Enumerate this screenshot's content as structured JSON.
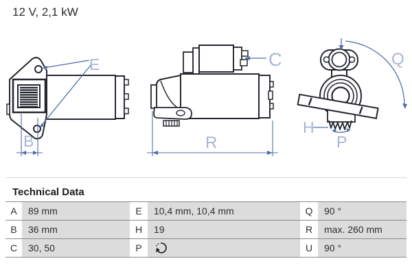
{
  "title": "12 V, 2,1 kW",
  "colors": {
    "dimension_line": "#4f6da8",
    "dimension_label": "#a9b5d6",
    "drawing_stroke": "#23262e",
    "table_cell_bg": "#dcdcdc",
    "table_line": "#8a8a8a"
  },
  "diagram": {
    "description": "starter-motor three technical views with dimension callouts",
    "dimension_labels": {
      "E": "E",
      "B": "B",
      "C": "C",
      "R": "R",
      "Q": "Q",
      "H": "H",
      "P": "P"
    }
  },
  "technical_data": {
    "heading": "Technical Data",
    "rows": [
      [
        {
          "key": "A",
          "value": "89 mm"
        },
        {
          "key": "E",
          "value": "10,4 mm, 10,4 mm"
        },
        {
          "key": "Q",
          "value": "90 °"
        }
      ],
      [
        {
          "key": "B",
          "value": "36 mm"
        },
        {
          "key": "H",
          "value": "19"
        },
        {
          "key": "R",
          "value": "max. 260 mm"
        }
      ],
      [
        {
          "key": "C",
          "value": "30, 50"
        },
        {
          "key": "P",
          "value": "",
          "icon": "counterclockwise-rotation-icon"
        },
        {
          "key": "U",
          "value": "90 °"
        }
      ]
    ]
  }
}
